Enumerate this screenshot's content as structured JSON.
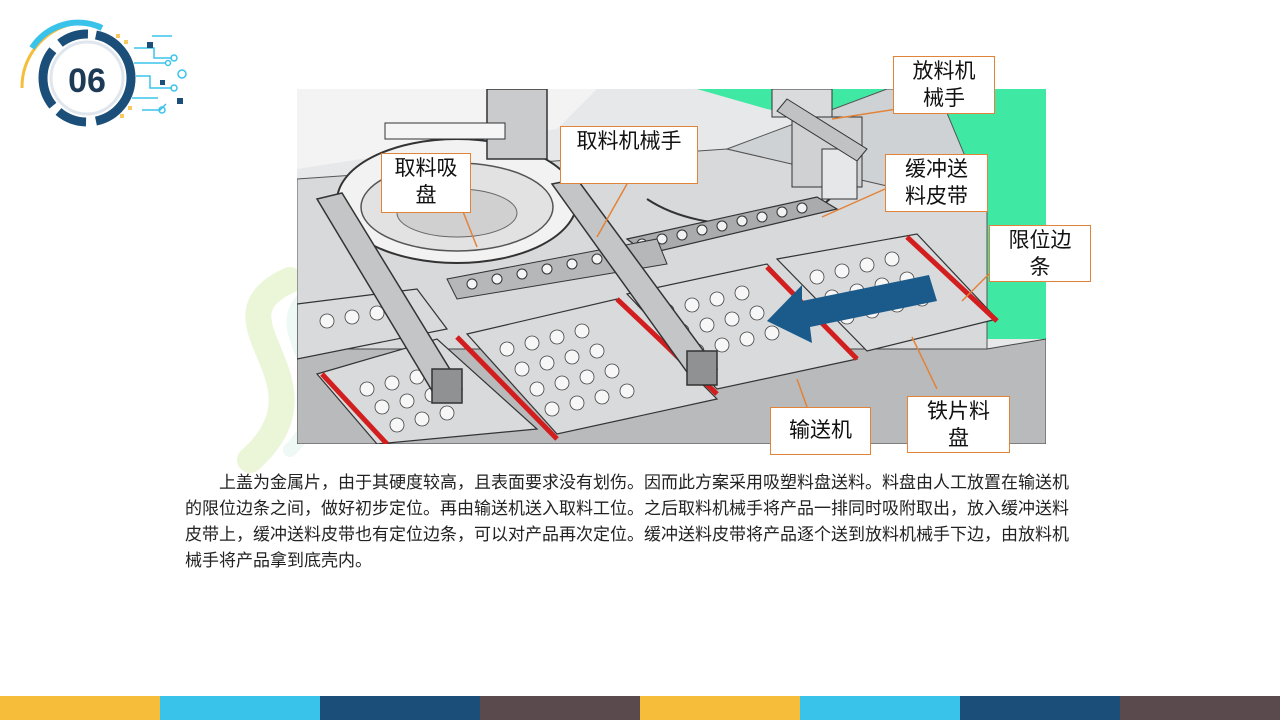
{
  "slide": {
    "number": "06"
  },
  "callouts": {
    "suction_cup": "取料吸盘",
    "pick_arm": "取料机械手",
    "place_arm": "放料机械手",
    "buffer_belt": "缓冲送料皮带",
    "limit_edge": "限位边条",
    "conveyor": "输送机",
    "iron_tray": "铁片料盘"
  },
  "description": "上盖为金属片，由于其硬度较高，且表面要求没有划伤。因而此方案采用吸塑料盘送料。料盘由人工放置在输送机的限位边条之间，做好初步定位。再由输送机送入取料工位。之后取料机械手将产品一排同时吸附取出，放入缓冲送料皮带上，缓冲送料皮带也有定位边条，可以对产品再次定位。缓冲送料皮带将产品逐个送到放料机械手下边，由放料机械手将产品拿到底壳内。",
  "colors": {
    "accent_orange": "#e2833a",
    "arrow_blue": "#1b5b8c",
    "background_green": "#3fe9a4",
    "band": [
      "#f6bd3a",
      "#3ac3ea",
      "#1b4f79",
      "#5a4a4e",
      "#f6bd3a",
      "#3ac3ea",
      "#1b4f79",
      "#5a4a4e"
    ]
  }
}
